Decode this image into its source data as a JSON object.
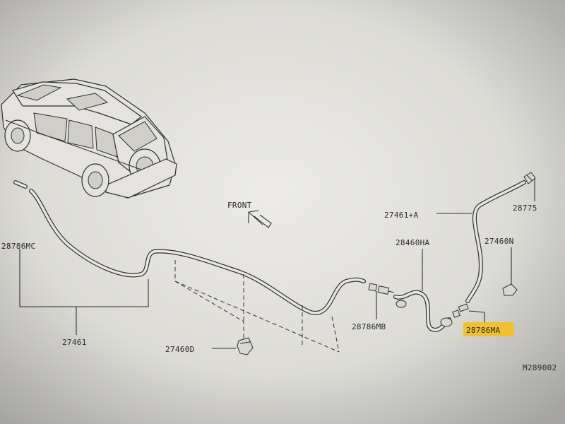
{
  "diagram": {
    "front_label": "FRONT",
    "drawing_code": "M289002",
    "highlight_color": "#f0c030",
    "parts": {
      "hose_main": "27461",
      "hose_rear": "27461+A",
      "hose_connector": "28786MC",
      "clip_d": "27460D",
      "clip_n": "27460N",
      "joint_hose": "28460HA",
      "connector_mb": "28786MB",
      "connector_ma": "28786MA",
      "nozzle": "28775"
    },
    "icons": [
      "vehicle-illustration",
      "front-arrow-icon"
    ]
  }
}
